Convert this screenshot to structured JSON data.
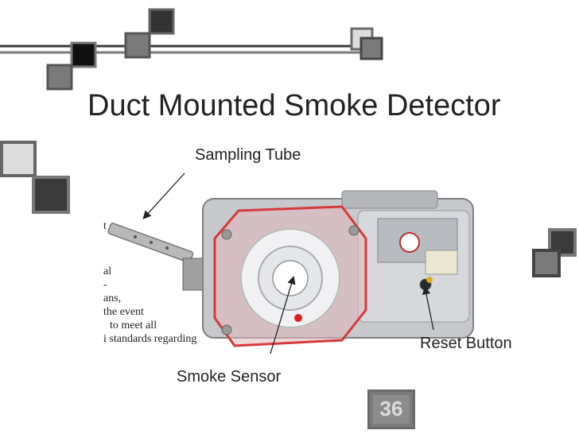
{
  "slide": {
    "title": "Duct Mounted Smoke Detector",
    "number": "36"
  },
  "callouts": {
    "sampling_tube": "Sampling Tube",
    "smoke_sensor": "Smoke Sensor",
    "reset_button": "Reset Button"
  },
  "doc_snippet": {
    "lines": [
      "t",
      "al",
      "-",
      "ans,",
      "the event",
      "to meet all",
      "i standards regarding"
    ]
  },
  "icons": [
    "decorative-squares",
    "detector-photo"
  ],
  "colors": {
    "accent_dark": "#2e2e2e",
    "accent_gray": "#7a7a7a",
    "housing_red": "#d43a3a"
  }
}
